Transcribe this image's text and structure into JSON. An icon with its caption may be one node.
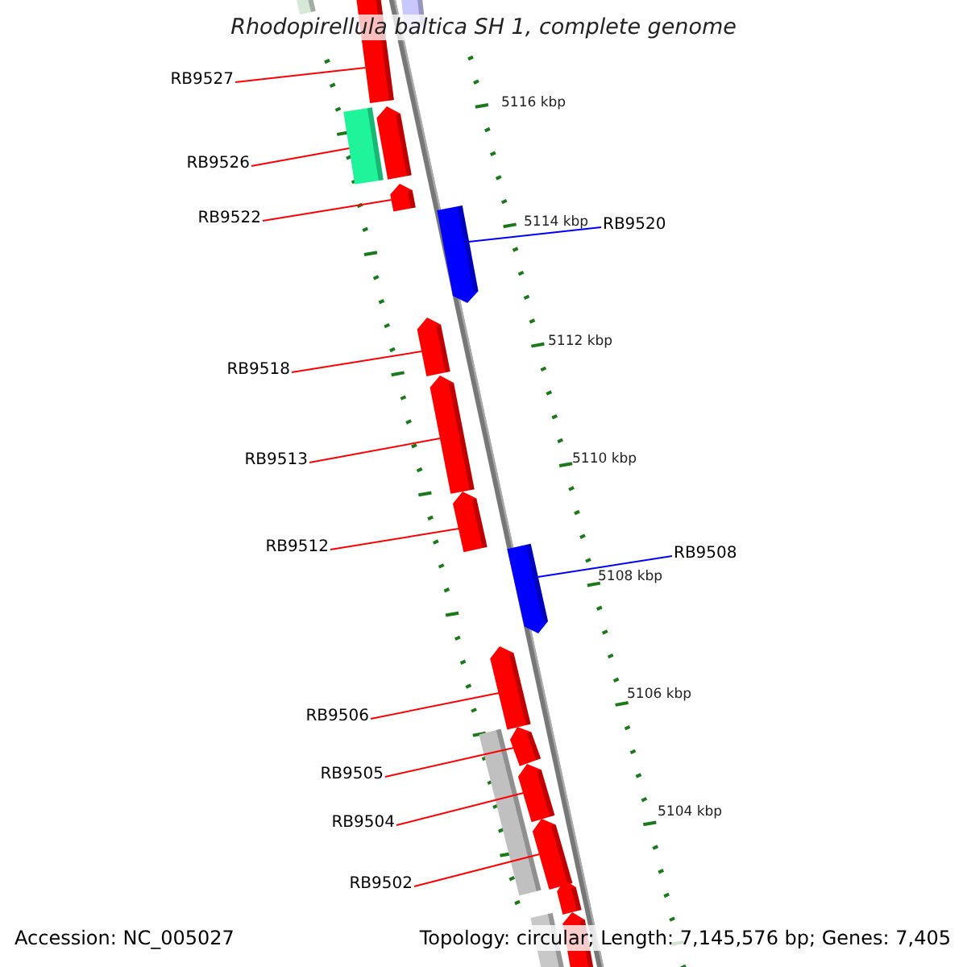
{
  "diagram": {
    "title": "Rhodopirellula baltica SH 1, complete genome",
    "nodes": [
      {
        "text": [
          "RB9527"
        ]
      },
      {
        "text": [
          "RB9526"
        ]
      },
      {
        "text": [
          "RB9522"
        ]
      },
      {
        "text": [
          "RB9520"
        ]
      },
      {
        "text": [
          "RB9518"
        ]
      },
      {
        "text": [
          "RB9513"
        ]
      },
      {
        "text": [
          "RB9512"
        ]
      },
      {
        "text": [
          "RB9508"
        ]
      },
      {
        "text": [
          "RB9506"
        ]
      },
      {
        "text": [
          "RB9505"
        ]
      },
      {
        "text": [
          "RB9504"
        ]
      },
      {
        "text": [
          "RB9502"
        ]
      },
      {
        "text": [],
        "shape": "arrow"
      },
      {
        "text": [],
        "shape": "arrow"
      },
      {
        "text": [],
        "shape": "arrow"
      },
      {
        "text": [],
        "shape": "arrow"
      },
      {
        "text": [],
        "shape": "arrow"
      },
      {
        "text": [],
        "shape": "arrow"
      },
      {
        "text": [],
        "shape": "arrow"
      },
      {
        "text": [],
        "shape": "arrow"
      },
      {
        "text": [],
        "shape": "arrow"
      },
      {
        "text": [],
        "shape": "arrow"
      },
      {
        "text": [],
        "shape": "arrow"
      },
      {
        "text": [],
        "shape": "arrow"
      },
      {
        "text": [],
        "shape": "arrow"
      },
      {
        "text": [],
        "shape": "arrow"
      },
      {
        "text": [],
        "shape": "arrow"
      },
      {
        "text": [],
        "shape": "arrow"
      },
      {
        "text": [],
        "shape": "arrow"
      },
      {
        "text": [],
        "shape": "arrow"
      },
      {
        "text": [],
        "shape": "arrow"
      }
    ],
    "edges": [
      {
        "from": 0,
        "to": 12,
        "arrow": "none"
      },
      {
        "from": 1,
        "to": 13,
        "arrow": "none"
      },
      {
        "from": 2,
        "to": 14,
        "arrow": "none"
      },
      {
        "from": 3,
        "to": 15,
        "arrow": "none",
        "color": "#0000ff"
      },
      {
        "from": 4,
        "to": 16,
        "arrow": "none"
      },
      {
        "from": 5,
        "to": 17,
        "arrow": "none"
      },
      {
        "from": 6,
        "to": 18,
        "arrow": "none"
      },
      {
        "from": 7,
        "to": 19,
        "arrow": "none",
        "color": "#0000ff"
      },
      {
        "from": 8,
        "to": 20,
        "arrow": "none"
      },
      {
        "from": 9,
        "to": 21,
        "arrow": "none"
      },
      {
        "from": 10,
        "to": 22,
        "arrow": "none"
      },
      {
        "from": 11,
        "to": 23,
        "arrow": "none"
      }
    ],
    "labels": [
      "5116 kbp",
      "5114 kbp",
      "5112 kbp",
      "5110 kbp",
      "5108 kbp",
      "5106 kbp",
      "5104 kbp",
      "Accession: NC_005027",
      "Topology: circular; Length: 7,145,576 bp; Genes: 7,405"
    ]
  }
}
